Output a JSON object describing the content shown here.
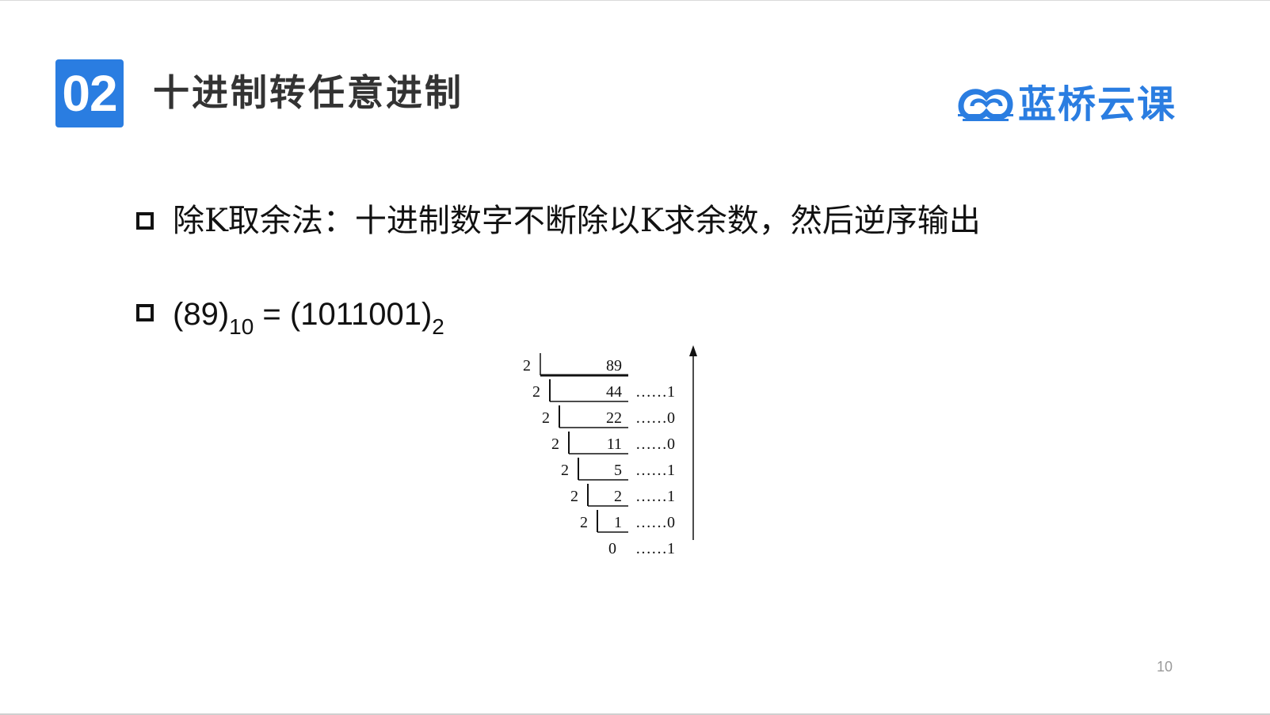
{
  "slide": {
    "section_number": "02",
    "title": "十进制转任意进制",
    "logo_text": "蓝桥云课",
    "page_number": "10",
    "accent_color": "#2a7de1"
  },
  "bullets": {
    "method": "除K取余法：十进制数字不断除以K求余数，然后逆序输出",
    "equation": {
      "open1": "(89)",
      "base1": "10",
      "equals": " = ",
      "open2": "(1011001)",
      "base2": "2"
    }
  },
  "division": {
    "divisor": "2",
    "dividends": [
      "89",
      "44",
      "22",
      "11",
      "5",
      "2",
      "1"
    ],
    "quotient_final": "0",
    "remainders": [
      "……1",
      "……0",
      "……0",
      "……1",
      "……1",
      "……0",
      "……1"
    ]
  }
}
